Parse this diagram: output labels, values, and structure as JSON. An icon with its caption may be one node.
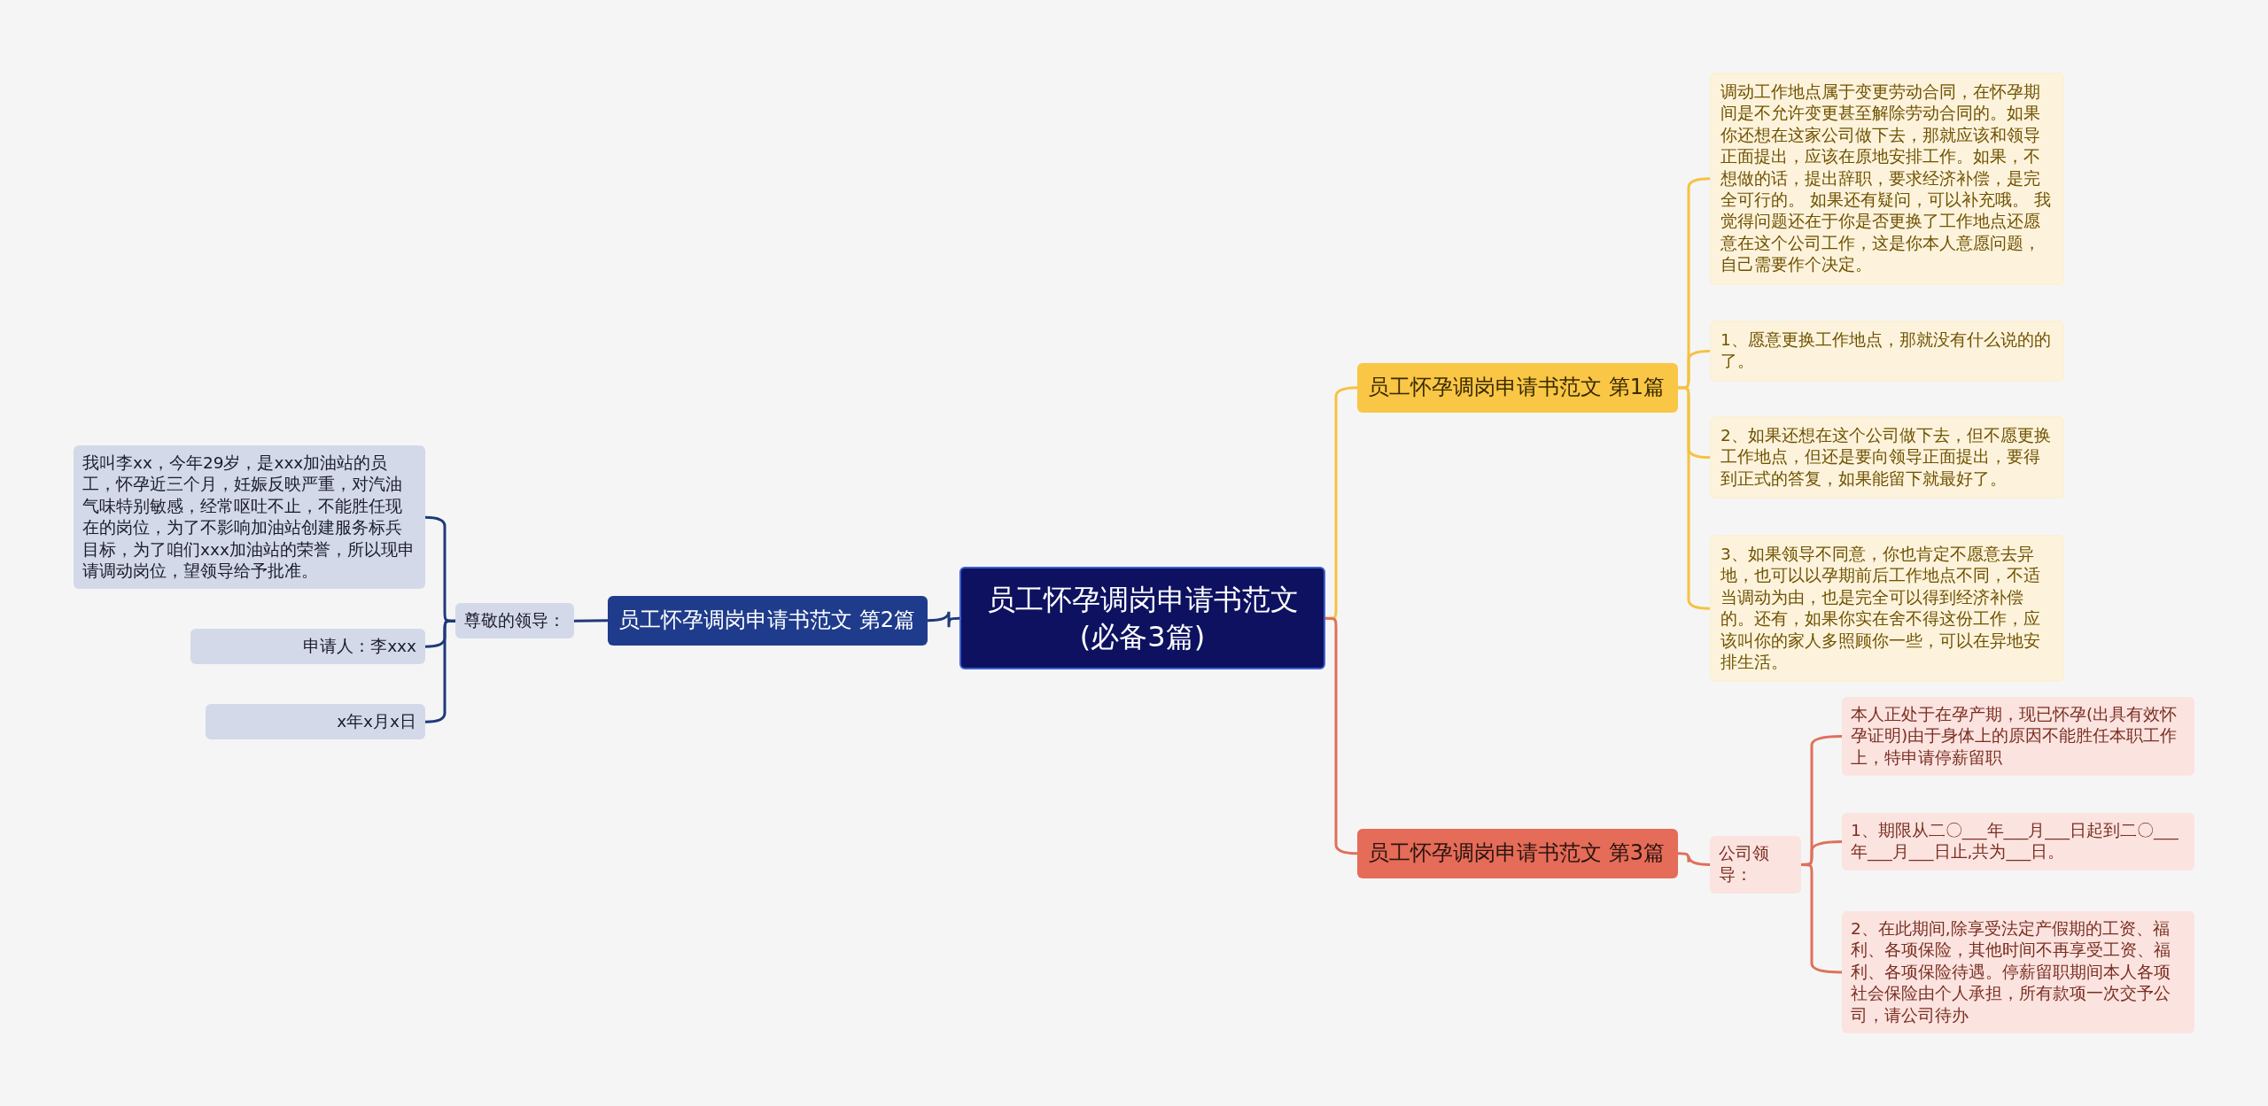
{
  "diagram": {
    "nodes": [
      {
        "text": [
          "员工怀孕调岗申请书范文(必备3篇)"
        ]
      },
      {
        "text": [
          "员工怀孕调岗申请书范文 第1篇"
        ]
      },
      {
        "text": [
          "调动工作地点属于变更劳动合同，在怀孕期间是不允许变更甚至解除劳动合同的。如果你还想在这家公司做下去，那就应该和领导正面提出，应该在原地安排工作。如果，不想做的话，提出辞职，要求经济补偿，是完全可行的。 如果还有疑问，可以补充哦。 我觉得问题还在于你是否更换了工作地点还愿意在这个公司工作，这是你本人意愿问题，自己需要作个决定。"
        ]
      },
      {
        "text": [
          "1、愿意更换工作地点，那就没有什么说的的了。"
        ]
      },
      {
        "text": [
          "2、如果还想在这个公司做下去，但不愿更换工作地点，但还是要向领导正面提出，要得到正式的答复，如果能留下就最好了。"
        ]
      },
      {
        "text": [
          "3、如果领导不同意，你也肯定不愿意去异地，也可以以孕期前后工作地点不同，不适当调动为由，也是完全可以得到经济补偿的。还有，如果你实在舍不得这份工作，应该叫你的家人多照顾你一些，可以在异地安排生活。"
        ]
      },
      {
        "text": [
          "员工怀孕调岗申请书范文 第2篇"
        ]
      },
      {
        "text": [
          "尊敬的领导："
        ]
      },
      {
        "text": [
          "我叫李xx，今年29岁，是xxx加油站的员工，怀孕近三个月，妊娠反映严重，对汽油气味特别敏感，经常呕吐不止，不能胜任现在的岗位，为了不影响加油站创建服务标兵目标，为了咱们xxx加油站的荣誉，所以现申请调动岗位，望领导给予批准。"
        ]
      },
      {
        "text": [
          "申请人：李xxx"
        ]
      },
      {
        "text": [
          "x年x月x日"
        ]
      },
      {
        "text": [
          "员工怀孕调岗申请书范文 第3篇"
        ]
      },
      {
        "text": [
          "公司领导："
        ]
      },
      {
        "text": [
          "本人正处于在孕产期，现已怀孕(出具有效怀孕证明)由于身体上的原因不能胜任本职工作上，特申请停薪留职"
        ]
      },
      {
        "text": [
          "1、期限从二〇___年___月___日起到二〇___年___月___日止,共为___日。"
        ]
      },
      {
        "text": [
          "2、在此期间,除享受法定产假期的工资、福利、各项保险，其他时间不再享受工资、福利、各项保险待遇。停薪留职期间本人各项社会保险由个人承担，所有款项一次交予公司，请公司待办"
        ]
      }
    ],
    "edges": [
      {
        "from": 0,
        "to": 1,
        "arrow": "none",
        "color": "#f5c242"
      },
      {
        "from": 1,
        "to": 2,
        "arrow": "none",
        "color": "#f5c242"
      },
      {
        "from": 1,
        "to": 3,
        "arrow": "none",
        "color": "#f5c242"
      },
      {
        "from": 1,
        "to": 4,
        "arrow": "none",
        "color": "#f5c242"
      },
      {
        "from": 1,
        "to": 5,
        "arrow": "none",
        "color": "#f5c242"
      },
      {
        "from": 0,
        "to": 6,
        "arrow": "none",
        "color": "#1f3a7a"
      },
      {
        "from": 6,
        "to": 7,
        "arrow": "none",
        "color": "#1f3a7a"
      },
      {
        "from": 7,
        "to": 8,
        "arrow": "none",
        "color": "#1f3a7a"
      },
      {
        "from": 7,
        "to": 9,
        "arrow": "none",
        "color": "#1f3a7a"
      },
      {
        "from": 7,
        "to": 10,
        "arrow": "none",
        "color": "#1f3a7a"
      },
      {
        "from": 0,
        "to": 11,
        "arrow": "none",
        "color": "#e0705a"
      },
      {
        "from": 11,
        "to": 12,
        "arrow": "none",
        "color": "#e0705a"
      },
      {
        "from": 12,
        "to": 13,
        "arrow": "none",
        "color": "#e0705a"
      },
      {
        "from": 12,
        "to": 14,
        "arrow": "none",
        "color": "#e0705a"
      },
      {
        "from": 12,
        "to": 15,
        "arrow": "none",
        "color": "#e0705a"
      }
    ]
  }
}
